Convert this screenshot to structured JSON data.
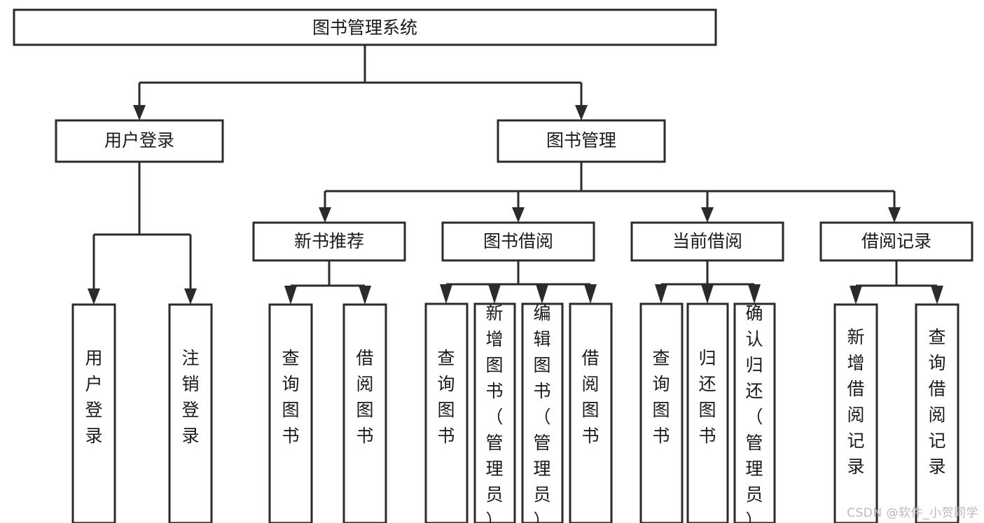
{
  "diagram": {
    "type": "tree",
    "title": "图书管理系统",
    "orientation": "top-down",
    "watermark": "CSDN @软件_小贺同学",
    "colors": {
      "background": "#ffffff",
      "box_fill": "#ffffff",
      "box_stroke": "#2b2b2b",
      "connector": "#2b2b2b",
      "text": "#1a1a1a",
      "watermark": "#b9b9b9"
    },
    "nodes": {
      "root": {
        "label": "图书管理系统",
        "level": 1,
        "text_orientation": "horizontal"
      },
      "n_user_login": {
        "label": "用户登录",
        "level": 2,
        "text_orientation": "horizontal"
      },
      "n_book_manage": {
        "label": "图书管理",
        "level": 2,
        "text_orientation": "horizontal"
      },
      "n_new_book_rec": {
        "label": "新书推荐",
        "level": 3,
        "text_orientation": "horizontal"
      },
      "n_book_borrow": {
        "label": "图书借阅",
        "level": 3,
        "text_orientation": "horizontal"
      },
      "n_current_borrow": {
        "label": "当前借阅",
        "level": 3,
        "text_orientation": "horizontal"
      },
      "n_borrow_record": {
        "label": "借阅记录",
        "level": 3,
        "text_orientation": "horizontal"
      },
      "l_user_login": {
        "label": "用户登录",
        "level": 4,
        "text_orientation": "vertical"
      },
      "l_logout": {
        "label": "注销登录",
        "level": 4,
        "text_orientation": "vertical"
      },
      "l_query_book_1": {
        "label": "查询图书",
        "level": 4,
        "text_orientation": "vertical"
      },
      "l_borrow_book_1": {
        "label": "借阅图书",
        "level": 4,
        "text_orientation": "vertical"
      },
      "l_query_book_2": {
        "label": "查询图书",
        "level": 4,
        "text_orientation": "vertical"
      },
      "l_add_book": {
        "label": "新增图书（管理员）",
        "level": 4,
        "text_orientation": "vertical"
      },
      "l_edit_book": {
        "label": "编辑图书（管理员）",
        "level": 4,
        "text_orientation": "vertical"
      },
      "l_borrow_book_2": {
        "label": "借阅图书",
        "level": 4,
        "text_orientation": "vertical"
      },
      "l_query_book_3": {
        "label": "查询图书",
        "level": 4,
        "text_orientation": "vertical"
      },
      "l_return_book": {
        "label": "归还图书",
        "level": 4,
        "text_orientation": "vertical"
      },
      "l_confirm_return": {
        "label": "确认归还（管理员）",
        "level": 4,
        "text_orientation": "vertical"
      },
      "l_add_record": {
        "label": "新增借阅记录",
        "level": 4,
        "text_orientation": "vertical"
      },
      "l_query_record": {
        "label": "查询借阅记录",
        "level": 4,
        "text_orientation": "vertical"
      }
    },
    "edges": [
      {
        "from": "root",
        "to": "n_user_login"
      },
      {
        "from": "root",
        "to": "n_book_manage"
      },
      {
        "from": "n_user_login",
        "to": "l_user_login"
      },
      {
        "from": "n_user_login",
        "to": "l_logout"
      },
      {
        "from": "n_book_manage",
        "to": "n_new_book_rec"
      },
      {
        "from": "n_book_manage",
        "to": "n_book_borrow"
      },
      {
        "from": "n_book_manage",
        "to": "n_current_borrow"
      },
      {
        "from": "n_book_manage",
        "to": "n_borrow_record"
      },
      {
        "from": "n_new_book_rec",
        "to": "l_query_book_1"
      },
      {
        "from": "n_new_book_rec",
        "to": "l_borrow_book_1"
      },
      {
        "from": "n_book_borrow",
        "to": "l_query_book_2"
      },
      {
        "from": "n_book_borrow",
        "to": "l_add_book"
      },
      {
        "from": "n_book_borrow",
        "to": "l_edit_book"
      },
      {
        "from": "n_book_borrow",
        "to": "l_borrow_book_2"
      },
      {
        "from": "n_current_borrow",
        "to": "l_query_book_3"
      },
      {
        "from": "n_current_borrow",
        "to": "l_return_book"
      },
      {
        "from": "n_current_borrow",
        "to": "l_confirm_return"
      },
      {
        "from": "n_borrow_record",
        "to": "l_add_record"
      },
      {
        "from": "n_borrow_record",
        "to": "l_query_record"
      }
    ]
  }
}
